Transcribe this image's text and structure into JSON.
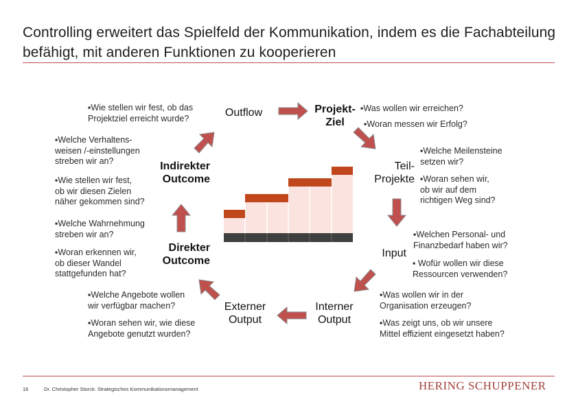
{
  "title": "Controlling erweitert das Spielfeld der Kommunikation, indem es die Fachabteilung befähigt, mit anderen Funktionen zu kooperieren",
  "nodes": {
    "outflow": "Outflow",
    "projektziel": "Projekt-\nZiel",
    "indirekter_outcome": "Indirekter\nOutcome",
    "teilprojekte": "Teil-\nProjekte",
    "direkter_outcome": "Direkter\nOutcome",
    "input": "Input",
    "externer_output": "Externer\nOutput",
    "interner_output": "Interner\nOutput"
  },
  "bullets": {
    "outflow_q": "▪Wie stellen wir fest, ob das\n Projektziel erreicht wurde?",
    "projektziel_q1": "▪Was wollen wir erreichen?",
    "projektziel_q2": "▪Woran messen wir Erfolg?",
    "indirekter_q1": "▪Welche Verhaltens-\n weisen /-einstellungen\n streben wir an?",
    "indirekter_q2": "▪Wie stellen wir fest,\n ob wir diesen Zielen\n näher gekommen sind?",
    "teilprojekte_q1": "▪Welche Meilensteine\n setzen wir?",
    "teilprojekte_q2": "▪Woran sehen wir,\n ob wir auf dem\n richtigen Weg sind?",
    "direkter_q1": "▪Welche Wahrnehmung\n streben wir an?",
    "direkter_q2": "▪Woran erkennen wir,\n ob dieser Wandel\n stattgefunden hat?",
    "input_q1": "▪Welchen Personal- und\n Finanzbedarf haben wir?",
    "input_q2": "▪ Wofür wollen wir diese\n Ressourcen verwenden?",
    "externer_q1": "▪Welche Angebote wollen\n wir verfügbar machen?",
    "externer_q2": "▪Woran sehen wir, wie diese\n Angebote genutzt wurden?",
    "interner_q1": "▪Was wollen wir in der\n Organisation erzeugen?",
    "interner_q2": "▪Was zeigt uns, ob wir unsere\n Mittel effizient eingesetzt haben?"
  },
  "footer": {
    "page_number": "16",
    "author": "Dr. Christopher Storck: Strategisches Kommunikationsmanagement",
    "brand": "HERING SCHUPPENER"
  },
  "colors": {
    "accent": "#c0504d",
    "step_red": "#c0461c",
    "step_fill": "#fbe3df",
    "base_gray": "#3f3f3f",
    "arrow_fill": "#c0504d",
    "arrow_stroke": "#7f7f7f"
  }
}
